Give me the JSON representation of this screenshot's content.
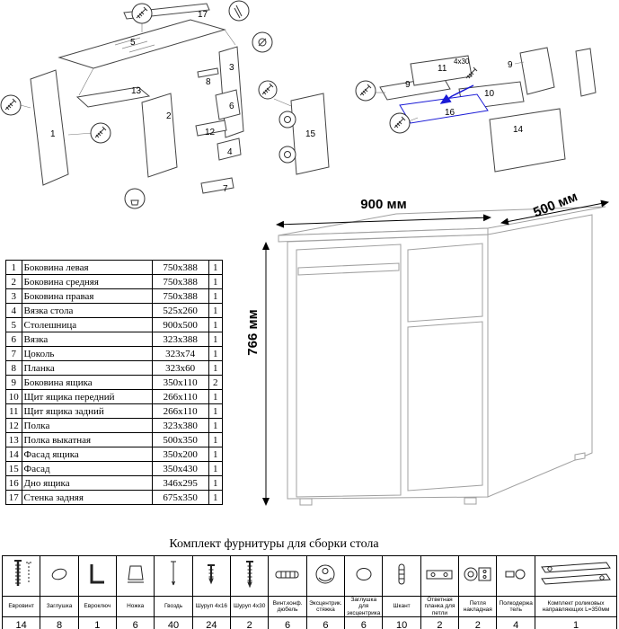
{
  "dimensions": {
    "width": "900 мм",
    "depth": "500 мм",
    "height": "766 мм"
  },
  "diagram_labels": {
    "desk": {
      "n1": "1",
      "n2": "2",
      "n3": "3",
      "n4": "4",
      "n5": "5",
      "n6": "6",
      "n7": "7",
      "n8": "8",
      "n12": "12",
      "n13": "13",
      "n15": "15",
      "n17": "17"
    },
    "drawer": {
      "n9a": "9",
      "n9b": "9",
      "n10": "10",
      "n11": "11",
      "n14": "14",
      "n16": "16",
      "screw_note": "4x30"
    }
  },
  "parts_table": {
    "rows": [
      {
        "num": "1",
        "name": "Боковина левая",
        "size": "750x388",
        "qty": "1"
      },
      {
        "num": "2",
        "name": "Боковина средняя",
        "size": "750x388",
        "qty": "1"
      },
      {
        "num": "3",
        "name": "Боковина правая",
        "size": "750x388",
        "qty": "1"
      },
      {
        "num": "4",
        "name": "Вязка стола",
        "size": "525x260",
        "qty": "1"
      },
      {
        "num": "5",
        "name": "Столешница",
        "size": "900x500",
        "qty": "1"
      },
      {
        "num": "6",
        "name": "Вязка",
        "size": "323x388",
        "qty": "1"
      },
      {
        "num": "7",
        "name": "Цоколь",
        "size": "323x74",
        "qty": "1"
      },
      {
        "num": "8",
        "name": "Планка",
        "size": "323x60",
        "qty": "1"
      },
      {
        "num": "9",
        "name": "Боковина ящика",
        "size": "350x110",
        "qty": "2"
      },
      {
        "num": "10",
        "name": "Щит ящика передний",
        "size": "266x110",
        "qty": "1"
      },
      {
        "num": "11",
        "name": "Щит ящика задний",
        "size": "266x110",
        "qty": "1"
      },
      {
        "num": "12",
        "name": "Полка",
        "size": "323x380",
        "qty": "1"
      },
      {
        "num": "13",
        "name": "Полка выкатная",
        "size": "500x350",
        "qty": "1"
      },
      {
        "num": "14",
        "name": "Фасад ящика",
        "size": "350x200",
        "qty": "1"
      },
      {
        "num": "15",
        "name": "Фасад",
        "size": "350x430",
        "qty": "1"
      },
      {
        "num": "16",
        "name": "Дно ящика",
        "size": "346x295",
        "qty": "1"
      },
      {
        "num": "17",
        "name": "Стенка задняя",
        "size": "675x350",
        "qty": "1"
      }
    ]
  },
  "hardware": {
    "title": "Комплект фурнитуры для сборки стола",
    "items": [
      {
        "name": "Евровинт",
        "qty": "14",
        "icon": "euro-screw"
      },
      {
        "name": "Заглушка",
        "qty": "8",
        "icon": "cap"
      },
      {
        "name": "Евроключ",
        "qty": "1",
        "icon": "hex-key"
      },
      {
        "name": "Ножка",
        "qty": "6",
        "icon": "foot"
      },
      {
        "name": "Гвоздь",
        "qty": "40",
        "icon": "nail"
      },
      {
        "name": "Шуруп 4x16",
        "qty": "24",
        "icon": "screw-short"
      },
      {
        "name": "Шуруп 4x30",
        "qty": "2",
        "icon": "screw-long"
      },
      {
        "name": "Винт.конф. дюбель",
        "qty": "6",
        "icon": "dowel-screw"
      },
      {
        "name": "Эксцентрик. стяжка",
        "qty": "6",
        "icon": "cam-lock"
      },
      {
        "name": "Заглушка для эксцентрика",
        "qty": "6",
        "icon": "cam-cap"
      },
      {
        "name": "Шкант",
        "qty": "10",
        "icon": "wood-dowel"
      },
      {
        "name": "Ответная планка для петли",
        "qty": "2",
        "icon": "hinge-plate"
      },
      {
        "name": "Петля накладная",
        "qty": "2",
        "icon": "hinge"
      },
      {
        "name": "Полкодержатель",
        "qty": "4",
        "icon": "shelf-pin"
      },
      {
        "name": "Комплект роликовых направляющих L=350мм",
        "qty": "1",
        "icon": "drawer-slides",
        "wide": true
      }
    ]
  }
}
